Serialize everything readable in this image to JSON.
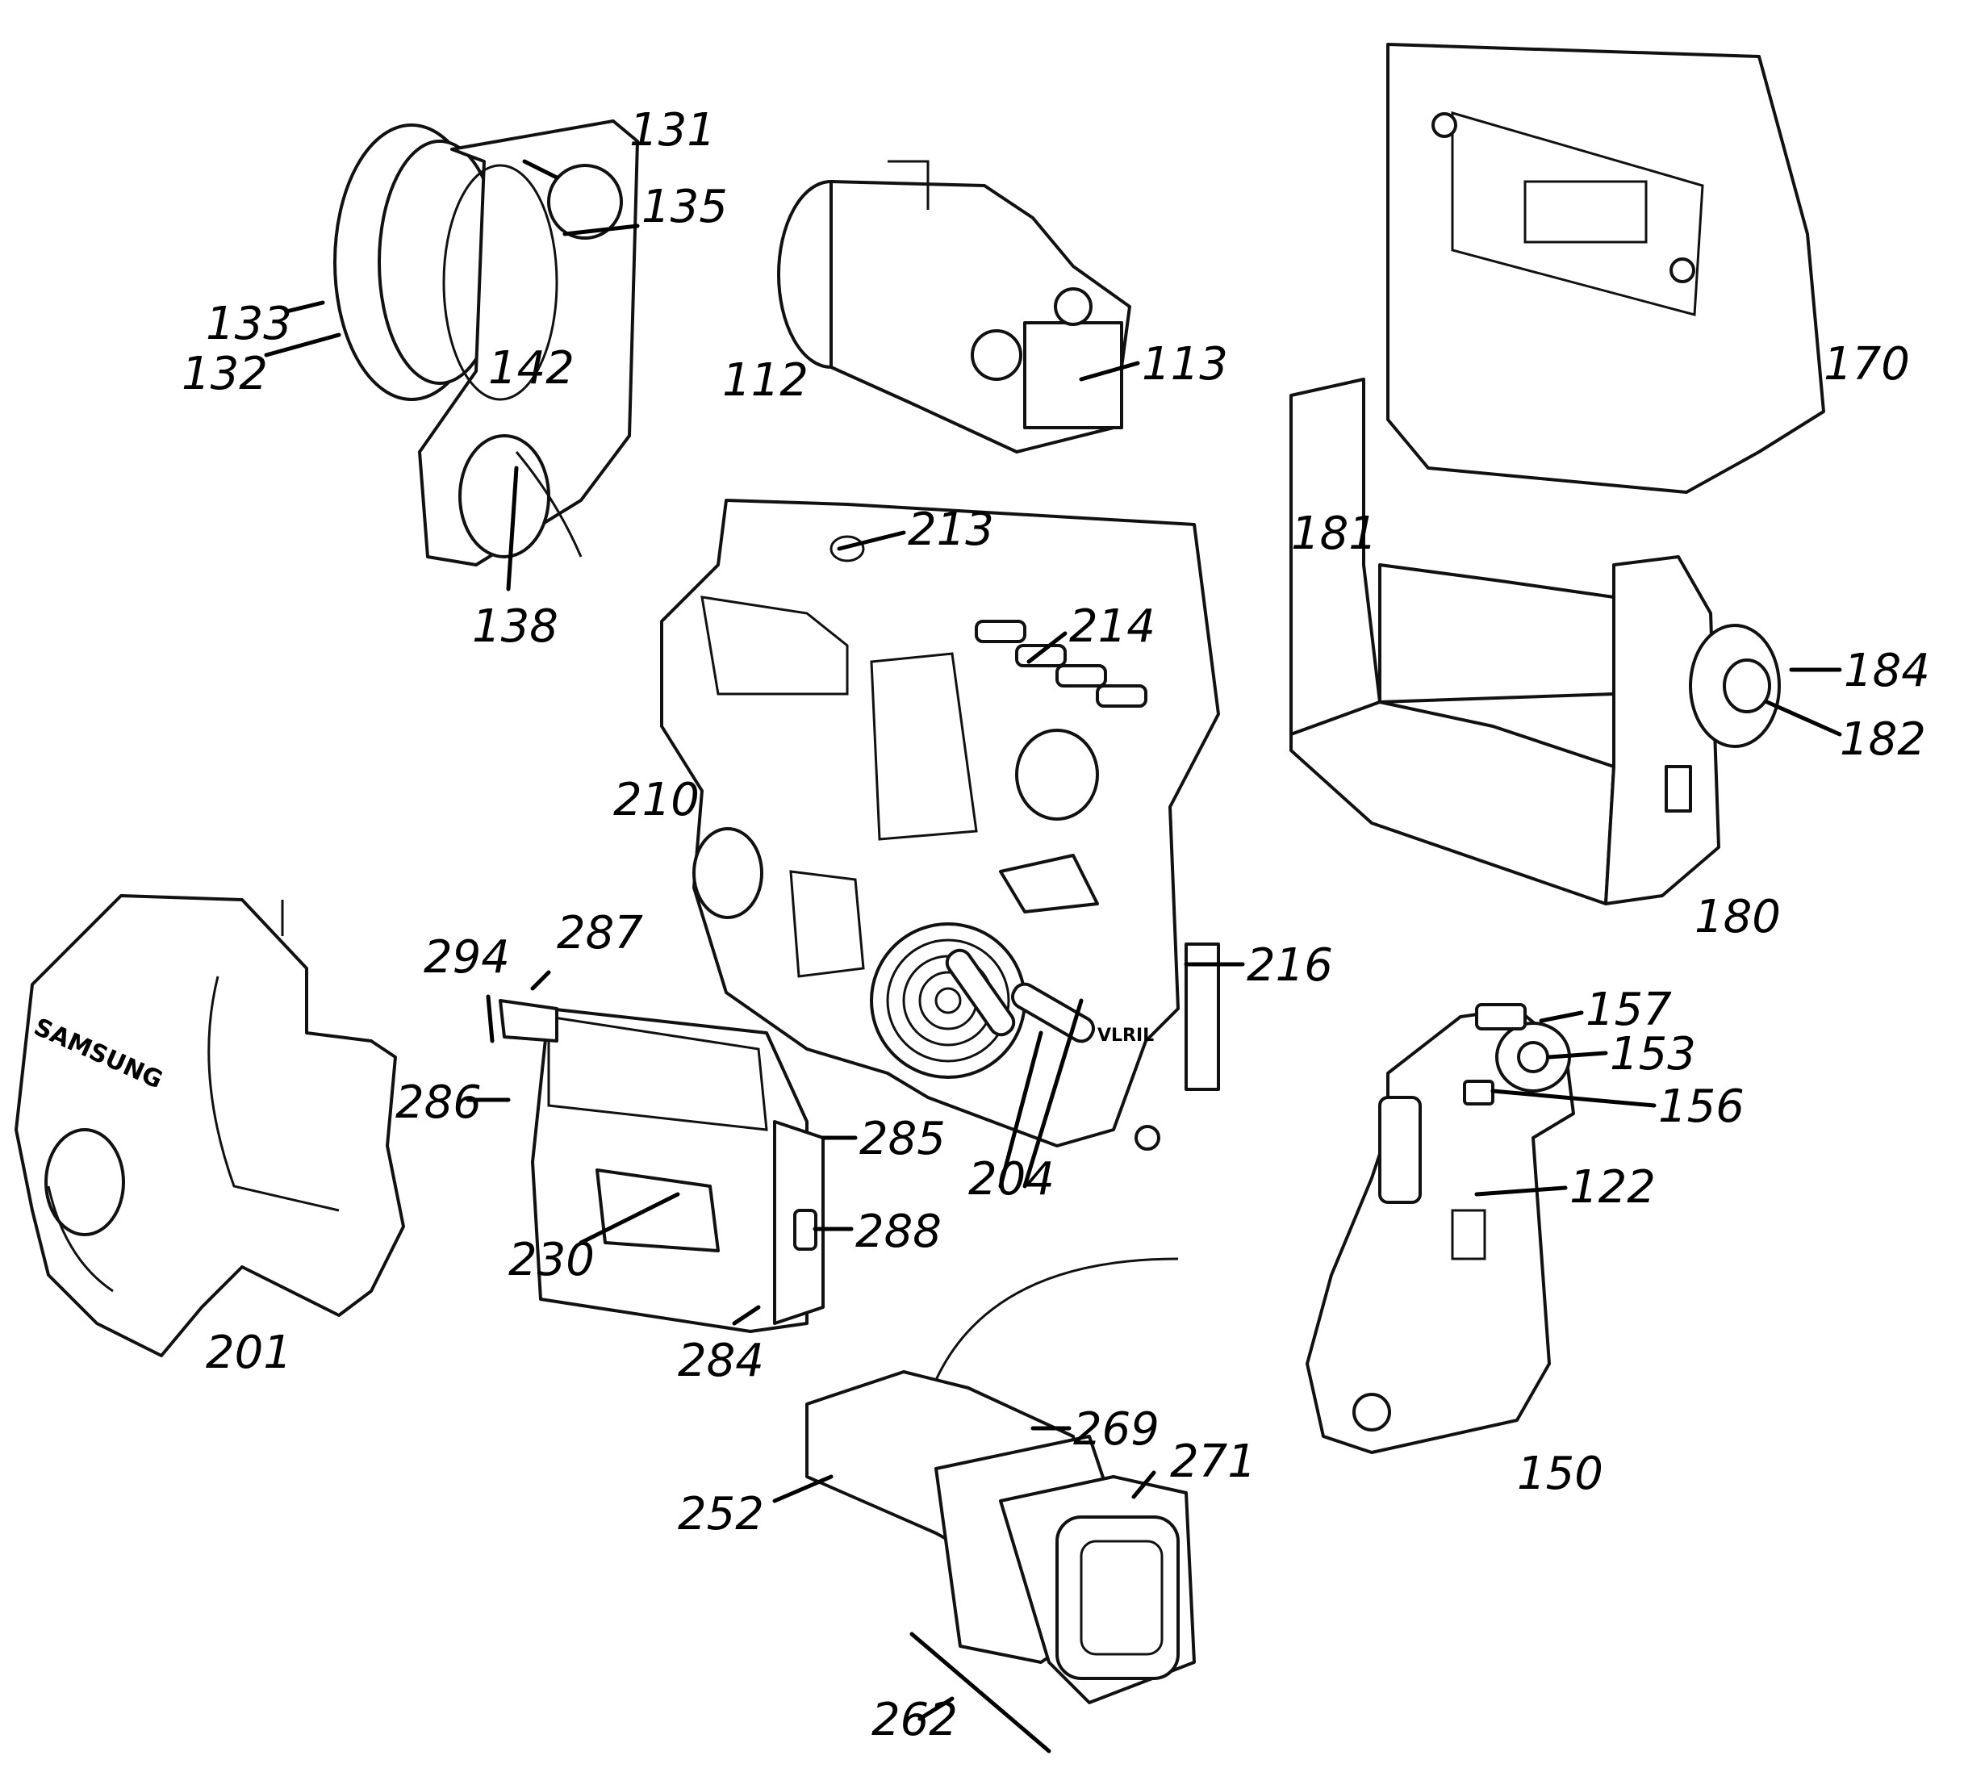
{
  "labels": {
    "l131": "131",
    "l135": "135",
    "l133": "133",
    "l132": "132",
    "l142": "142",
    "l138": "138",
    "l112": "112",
    "l113": "113",
    "l170": "170",
    "l181": "181",
    "l184": "184",
    "l182": "182",
    "l180": "180",
    "l213": "213",
    "l214": "214",
    "l210": "210",
    "l216": "216",
    "l204": "204",
    "l294": "294",
    "l287": "287",
    "l286": "286",
    "l285": "285",
    "l288": "288",
    "l230": "230",
    "l284": "284",
    "l201": "201",
    "l157": "157",
    "l153": "153",
    "l156": "156",
    "l122": "122",
    "l150": "150",
    "l269": "269",
    "l271": "271",
    "l252": "252",
    "l262": "262"
  },
  "brand_text": "SAMSUNG",
  "body_marking": "VLRIL"
}
